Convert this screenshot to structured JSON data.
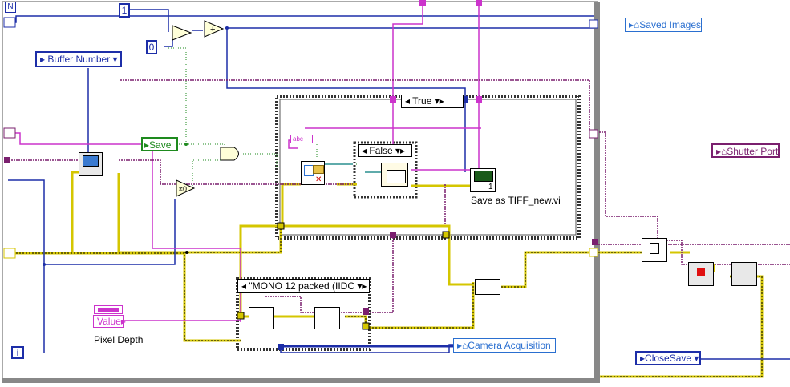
{
  "labels": {
    "saved_images": "Saved Images",
    "buffer_number": "Buffer Number",
    "save": "Save",
    "shutter_port": "Shutter Port",
    "value": "Value",
    "pixel_depth": "Pixel Depth",
    "camera_acquisition": "Camera Acquisition",
    "close_save": "CloseSave",
    "mono_selector": "\"MONO 12 packed (IIDC",
    "true_case": "True",
    "false_case": "False",
    "subvi": "Save as TIFF_new.vi",
    "const_one": "1",
    "const_zero": "0",
    "iteration": "i",
    "loop_n": "N",
    "abc": "abc",
    "one_small": "1"
  },
  "colors": {
    "error": "#d4c600",
    "numeric_int": "#1d2ea8",
    "numeric_dbl": "#ff7f00",
    "boolean": "#1e8a1e",
    "string": "#cc33cc",
    "cluster": "#7a1f6e",
    "refnum": "#2a6fd0"
  }
}
